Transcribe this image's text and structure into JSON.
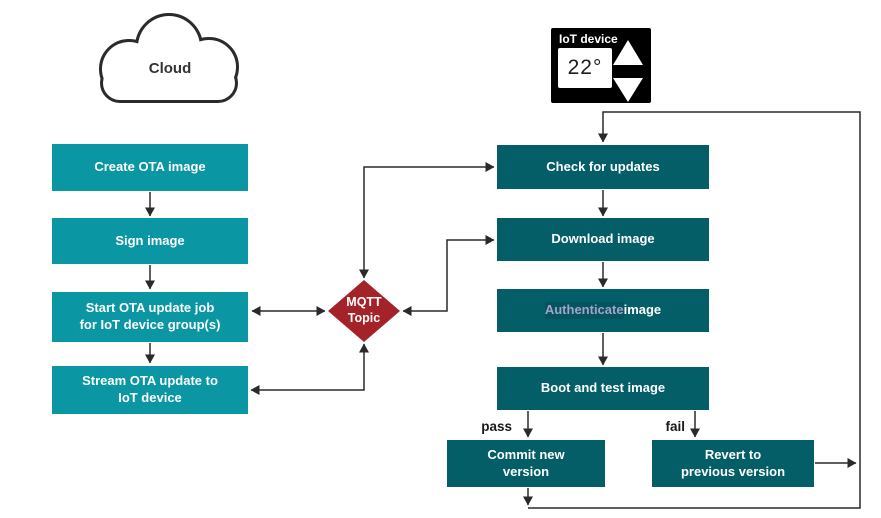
{
  "cloud": {
    "label": "Cloud"
  },
  "device": {
    "label": "IoT device",
    "temperature": "22°"
  },
  "flow": {
    "left": [
      {
        "label": "Create OTA image"
      },
      {
        "label": "Sign image"
      },
      {
        "label": "Start OTA update job\nfor IoT device group(s)"
      },
      {
        "label": "Stream OTA update to\nIoT device"
      }
    ],
    "hub": {
      "label": "MQTT\nTopic"
    },
    "right": [
      {
        "label": "Check for updates"
      },
      {
        "label": "Download image"
      },
      {
        "highlight": "Authenticate",
        "rest": " image"
      },
      {
        "label": "Boot and test image"
      }
    ],
    "outcomes": [
      {
        "branch_label": "pass",
        "label": "Commit new\nversion"
      },
      {
        "branch_label": "fail",
        "label": "Revert to\nprevious version"
      }
    ]
  },
  "colors": {
    "cloud_side_box": "#0a96a2",
    "device_side_box": "#045e68",
    "mqtt_diamond": "#a32329",
    "authenticate_highlight_text": "#a3a2ce",
    "device_background": "#000000",
    "connector_line": "#2a2a2a"
  }
}
